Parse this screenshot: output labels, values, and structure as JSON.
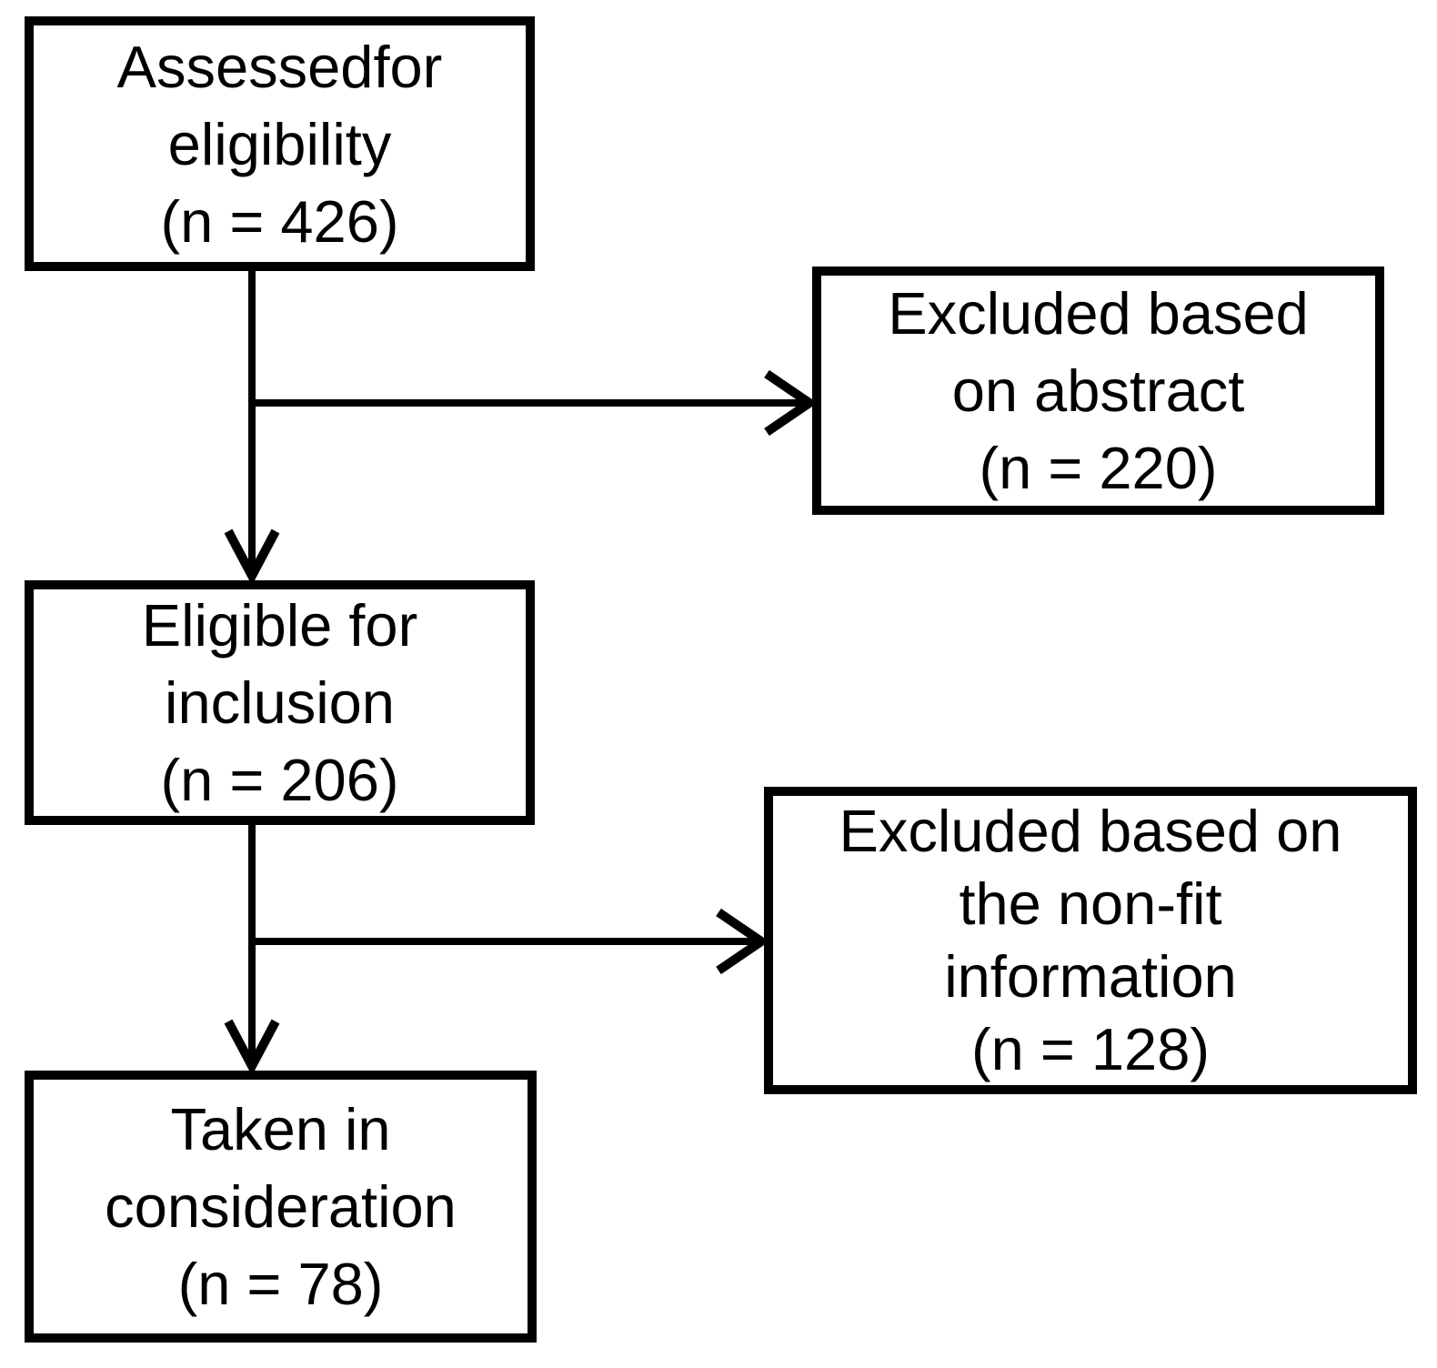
{
  "page": {
    "background_color": "#ffffff",
    "ink_color": "#000000"
  },
  "diagram": {
    "type": "flowchart",
    "description": "Study selection flow diagram with five boxes and arrow connectors",
    "boxes": [
      {
        "id": "assessed-for-eligibility",
        "role": "start",
        "n": 426,
        "lines": [
          "Assessedfor",
          "eligibility",
          "(n = 426)"
        ]
      },
      {
        "id": "excluded-based-on-abstract",
        "role": "exclusion",
        "n": 220,
        "lines": [
          "Excluded based",
          "on abstract",
          "(n = 220)"
        ]
      },
      {
        "id": "eligible-for-inclusion",
        "role": "step",
        "n": 206,
        "lines": [
          "Eligible for",
          "inclusion",
          "(n = 206)"
        ]
      },
      {
        "id": "excluded-based-on-non-fit-information",
        "role": "exclusion",
        "n": 128,
        "lines": [
          "Excluded based on",
          "the non-fit",
          "information",
          "(n = 128)"
        ]
      },
      {
        "id": "taken-in-consideration",
        "role": "end",
        "n": 78,
        "lines": [
          "Taken in",
          "consideration",
          "(n = 78)"
        ]
      }
    ],
    "connectors": [
      {
        "from": "assessed-for-eligibility",
        "to": "eligible-for-inclusion",
        "shape": "vertical-arrow"
      },
      {
        "from": "assessed-for-eligibility",
        "to": "excluded-based-on-abstract",
        "shape": "horizontal-branch-arrow"
      },
      {
        "from": "eligible-for-inclusion",
        "to": "taken-in-consideration",
        "shape": "vertical-arrow"
      },
      {
        "from": "eligible-for-inclusion",
        "to": "excluded-based-on-non-fit-information",
        "shape": "horizontal-branch-arrow"
      }
    ]
  }
}
